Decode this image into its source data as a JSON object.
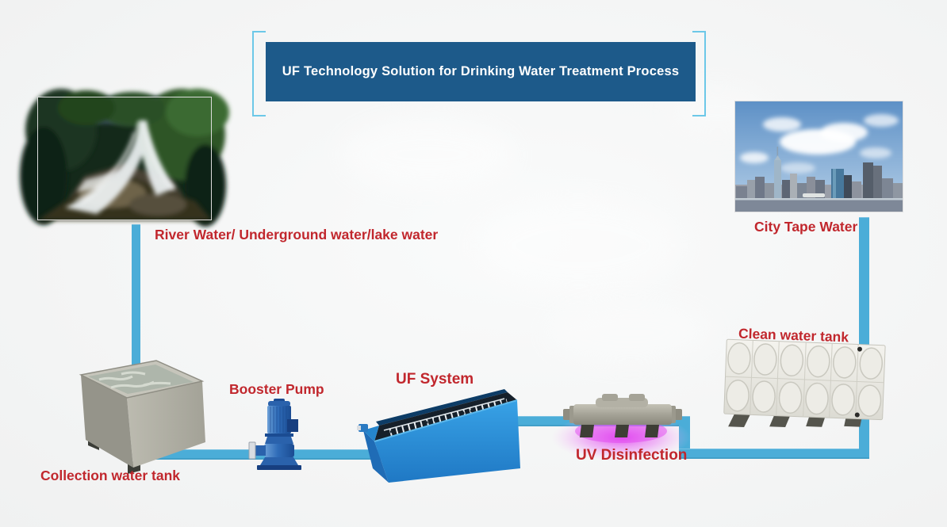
{
  "title": "UF Technology Solution for Drinking Water Treatment Process",
  "labels": {
    "source_water": "River Water/ Underground water/lake water",
    "city_tap_water": "City Tape Water",
    "collection_tank": "Collection water tank",
    "booster_pump": "Booster Pump",
    "uf_system": "UF System",
    "uv_disinfection": "UV Disinfection",
    "clean_water_tank": "Clean water tank"
  },
  "process_flow": [
    "River Water/ Underground water/lake water",
    "Collection water tank",
    "Booster Pump",
    "UF System",
    "UV Disinfection",
    "Clean water tank",
    "City Tape Water"
  ],
  "illustrations": {
    "waterfall_photo": "waterfall-forest-photo",
    "city_photo": "city-skyline-photo",
    "collection_tank": "gray-open-top-water-tank",
    "booster_pump": "blue-vertical-inline-pump",
    "uf_system": "blue-uf-membrane-tank",
    "uv_unit": "uv-sterilizer-purple-glow",
    "clean_tank": "white-paneled-water-tank"
  },
  "colors": {
    "pipe_blue": "#4badd8",
    "label_red": "#c1272d",
    "banner_blue": "#1d5a8a",
    "banner_text": "#ffffff",
    "bracket_blue": "#6cc8e8",
    "uv_glow": "#e146f0",
    "background": "#f4f5f5"
  }
}
